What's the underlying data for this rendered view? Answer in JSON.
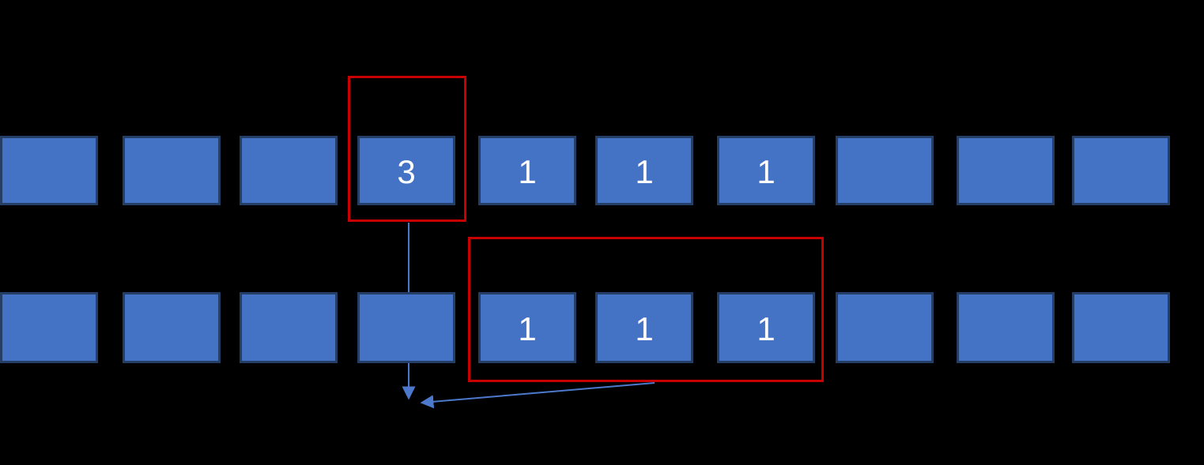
{
  "diagram": {
    "description": "Two rows of ten blue array cells on a black background; one cell holding 3 is outlined in red and three cells holding 1 in the second row are outlined in red; two blue arrows point from the outlined cell and the outlined group to a common point below",
    "background_color": "#000000",
    "box_fill_color": "#4472C4",
    "box_border_color": "#243e66",
    "box_text_color": "#FFFFFF",
    "highlight_color": "#C80000",
    "arrow_color": "#4d79cc",
    "rows": [
      {
        "name": "top-row",
        "cells": [
          "",
          "",
          "",
          "3",
          "1",
          "1",
          "1",
          "",
          "",
          ""
        ]
      },
      {
        "name": "bottom-row",
        "cells": [
          "",
          "",
          "",
          "",
          "1",
          "1",
          "1",
          "",
          "",
          ""
        ]
      }
    ]
  }
}
